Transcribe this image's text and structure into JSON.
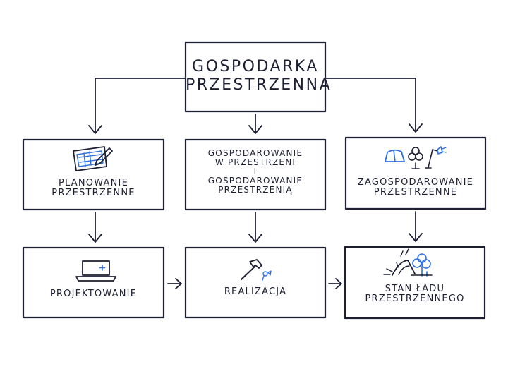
{
  "colors": {
    "ink": "#1d1f33",
    "accent": "#2f6fe0",
    "background": "#ffffff"
  },
  "top": {
    "line1": "GOSPODARKA",
    "line2": "PRZESTRZENNA"
  },
  "middle": {
    "left": {
      "line1": "PLANOWANIE",
      "line2": "PRZESTRZENNE",
      "icon": "planning-tablet-icon"
    },
    "center": {
      "line1": "GOSPODAROWANIE",
      "line2": "W PRZESTRZENI",
      "line3": "I",
      "line4": "GOSPODAROWANIE",
      "line5": "PRZESTRZENIĄ"
    },
    "right": {
      "line1": "ZAGOSPODAROWANIE",
      "line2": "PRZESTRZENNE",
      "icon": "development-objects-icon"
    }
  },
  "bottom": {
    "left": {
      "line1": "PROJEKTOWANIE",
      "icon": "laptop-icon"
    },
    "center": {
      "line1": "REALIZACJA",
      "icon": "hammer-icon"
    },
    "right": {
      "line1": "STAN ŁADU",
      "line2": "PRZESTRZENNEGO",
      "icon": "landscape-icon"
    }
  }
}
